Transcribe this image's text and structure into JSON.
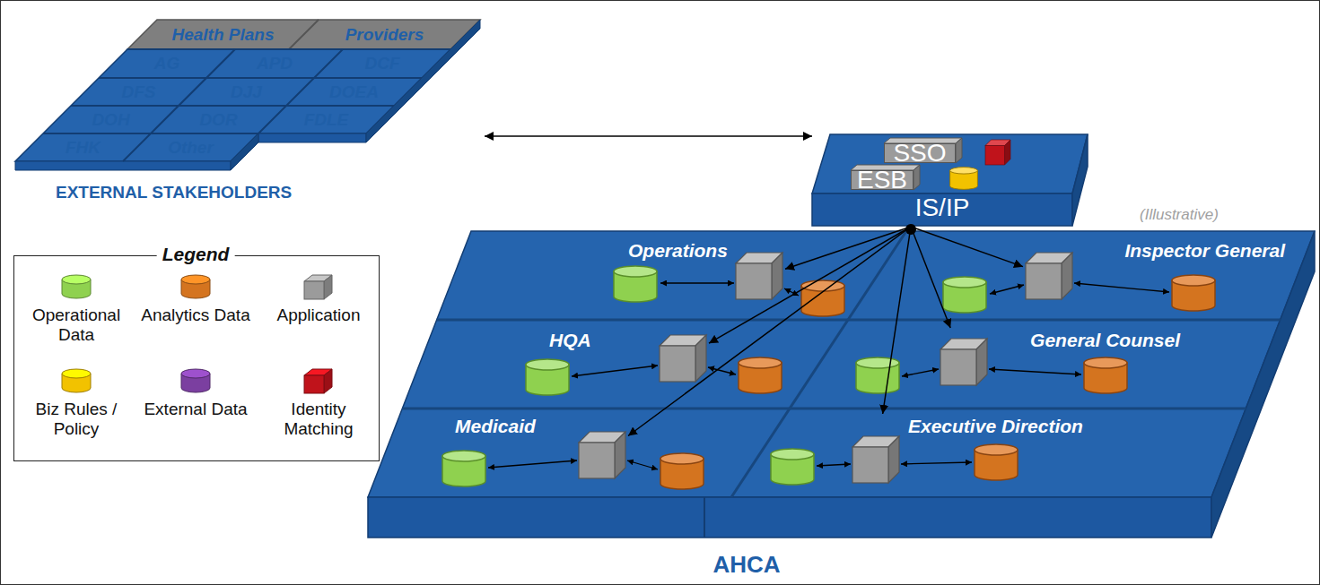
{
  "diagram": {
    "nodes": [
      {
        "text": [
          "EXTERNAL STAKEHOLDERS"
        ]
      },
      {
        "text": [
          "Health Plans"
        ],
        "in": 0
      },
      {
        "text": [
          "Providers"
        ],
        "in": 0
      },
      {
        "text": [
          "AG"
        ],
        "in": 0
      },
      {
        "text": [
          "APD"
        ],
        "in": 0
      },
      {
        "text": [
          "DCF"
        ],
        "in": 0
      },
      {
        "text": [
          "DFS"
        ],
        "in": 0
      },
      {
        "text": [
          "DJJ"
        ],
        "in": 0
      },
      {
        "text": [
          "DOEA"
        ],
        "in": 0
      },
      {
        "text": [
          "DOH"
        ],
        "in": 0
      },
      {
        "text": [
          "DOR"
        ],
        "in": 0
      },
      {
        "text": [
          "FDLE"
        ],
        "in": 0
      },
      {
        "text": [
          "FHK"
        ],
        "in": 0
      },
      {
        "text": [
          "Other"
        ],
        "in": 0
      },
      {
        "text": [
          "IS/IP"
        ]
      },
      {
        "text": [
          "SSO"
        ],
        "in": 14
      },
      {
        "text": [
          "ESB"
        ],
        "in": 14
      },
      {
        "text": [
          "AHCA"
        ]
      },
      {
        "text": [
          "Operations"
        ],
        "in": 17
      },
      {
        "text": [
          "Inspector General"
        ],
        "in": 17
      },
      {
        "text": [
          "HQA"
        ],
        "in": 17
      },
      {
        "text": [
          "General Counsel"
        ],
        "in": 17
      },
      {
        "text": [
          "Medicaid"
        ],
        "in": 17
      },
      {
        "text": [
          "Executive Direction"
        ],
        "in": 17
      }
    ],
    "edges": [
      {
        "from": 0,
        "to": 14,
        "arrow": "both"
      },
      {
        "from": 14,
        "to": 18,
        "arrow": "to"
      },
      {
        "from": 14,
        "to": 19,
        "arrow": "to"
      },
      {
        "from": 14,
        "to": 20,
        "arrow": "to"
      },
      {
        "from": 14,
        "to": 21,
        "arrow": "to"
      },
      {
        "from": 14,
        "to": 22,
        "arrow": "to"
      },
      {
        "from": 14,
        "to": 23,
        "arrow": "to"
      }
    ],
    "labels": [
      "Legend",
      "(Illustrative)"
    ],
    "legend": [
      {
        "text": "Operational Data",
        "color": "#8fd14f"
      },
      {
        "text": "Analytics Data",
        "color": "#d4741f"
      },
      {
        "text": "Application",
        "color": "#9b9b9b"
      },
      {
        "text": "Biz Rules / Policy",
        "color": "#f2c200"
      },
      {
        "text": "External Data",
        "color": "#7b3fa0"
      },
      {
        "text": "Identity Matching",
        "color": "#c0131b"
      }
    ]
  }
}
